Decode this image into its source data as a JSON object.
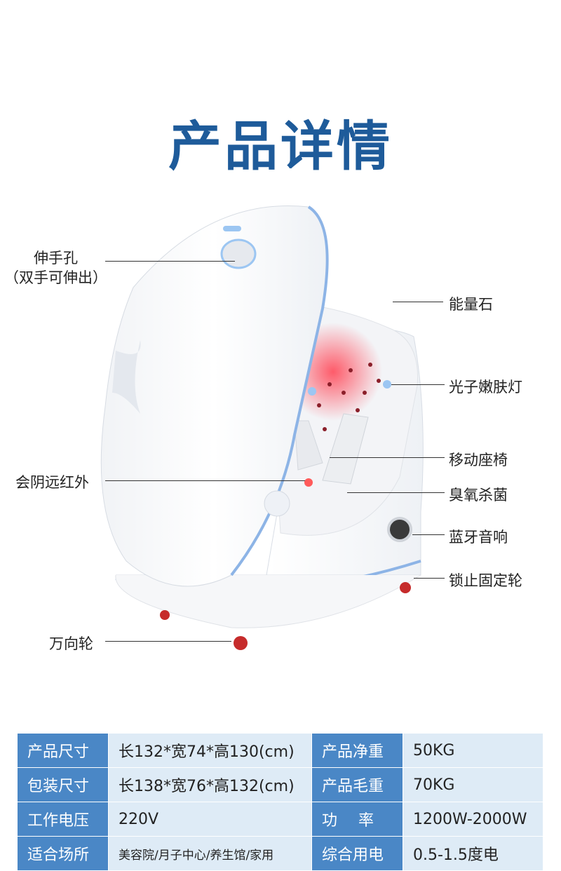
{
  "header": {
    "title": "产品详情"
  },
  "callouts": {
    "hand_hole": "伸手孔",
    "hand_hole_note": "（双手可伸出）",
    "energy_stone": "能量石",
    "photon_light": "光子嫩肤灯",
    "seat": "移动座椅",
    "far_infrared": "会阴远红外",
    "ozone": "臭氧杀菌",
    "bluetooth": "蓝牙音响",
    "lock_wheel": "锁止固定轮",
    "universal_wheel": "万向轮"
  },
  "specs": [
    {
      "k1": "产品尺寸",
      "v1": "长132*宽74*高130(cm)",
      "k2": "产品净重",
      "v2": "50KG"
    },
    {
      "k1": "包装尺寸",
      "v1": "长138*宽76*高132(cm)",
      "k2": "产品毛重",
      "v2": "70KG"
    },
    {
      "k1": "工作电压",
      "v1": "220V",
      "k2": "功率",
      "v2": "1200W-2000W"
    },
    {
      "k1": "适合场所",
      "v1": "美容院/月子中心/养生馆/家用",
      "k2": "综合用电",
      "v2": "0.5-1.5度电"
    }
  ],
  "colors": {
    "title": "#1e5b9a",
    "table_key_bg": "#4a87c6",
    "table_value_bg": "#deebf6",
    "trim": "#8db4e6"
  }
}
